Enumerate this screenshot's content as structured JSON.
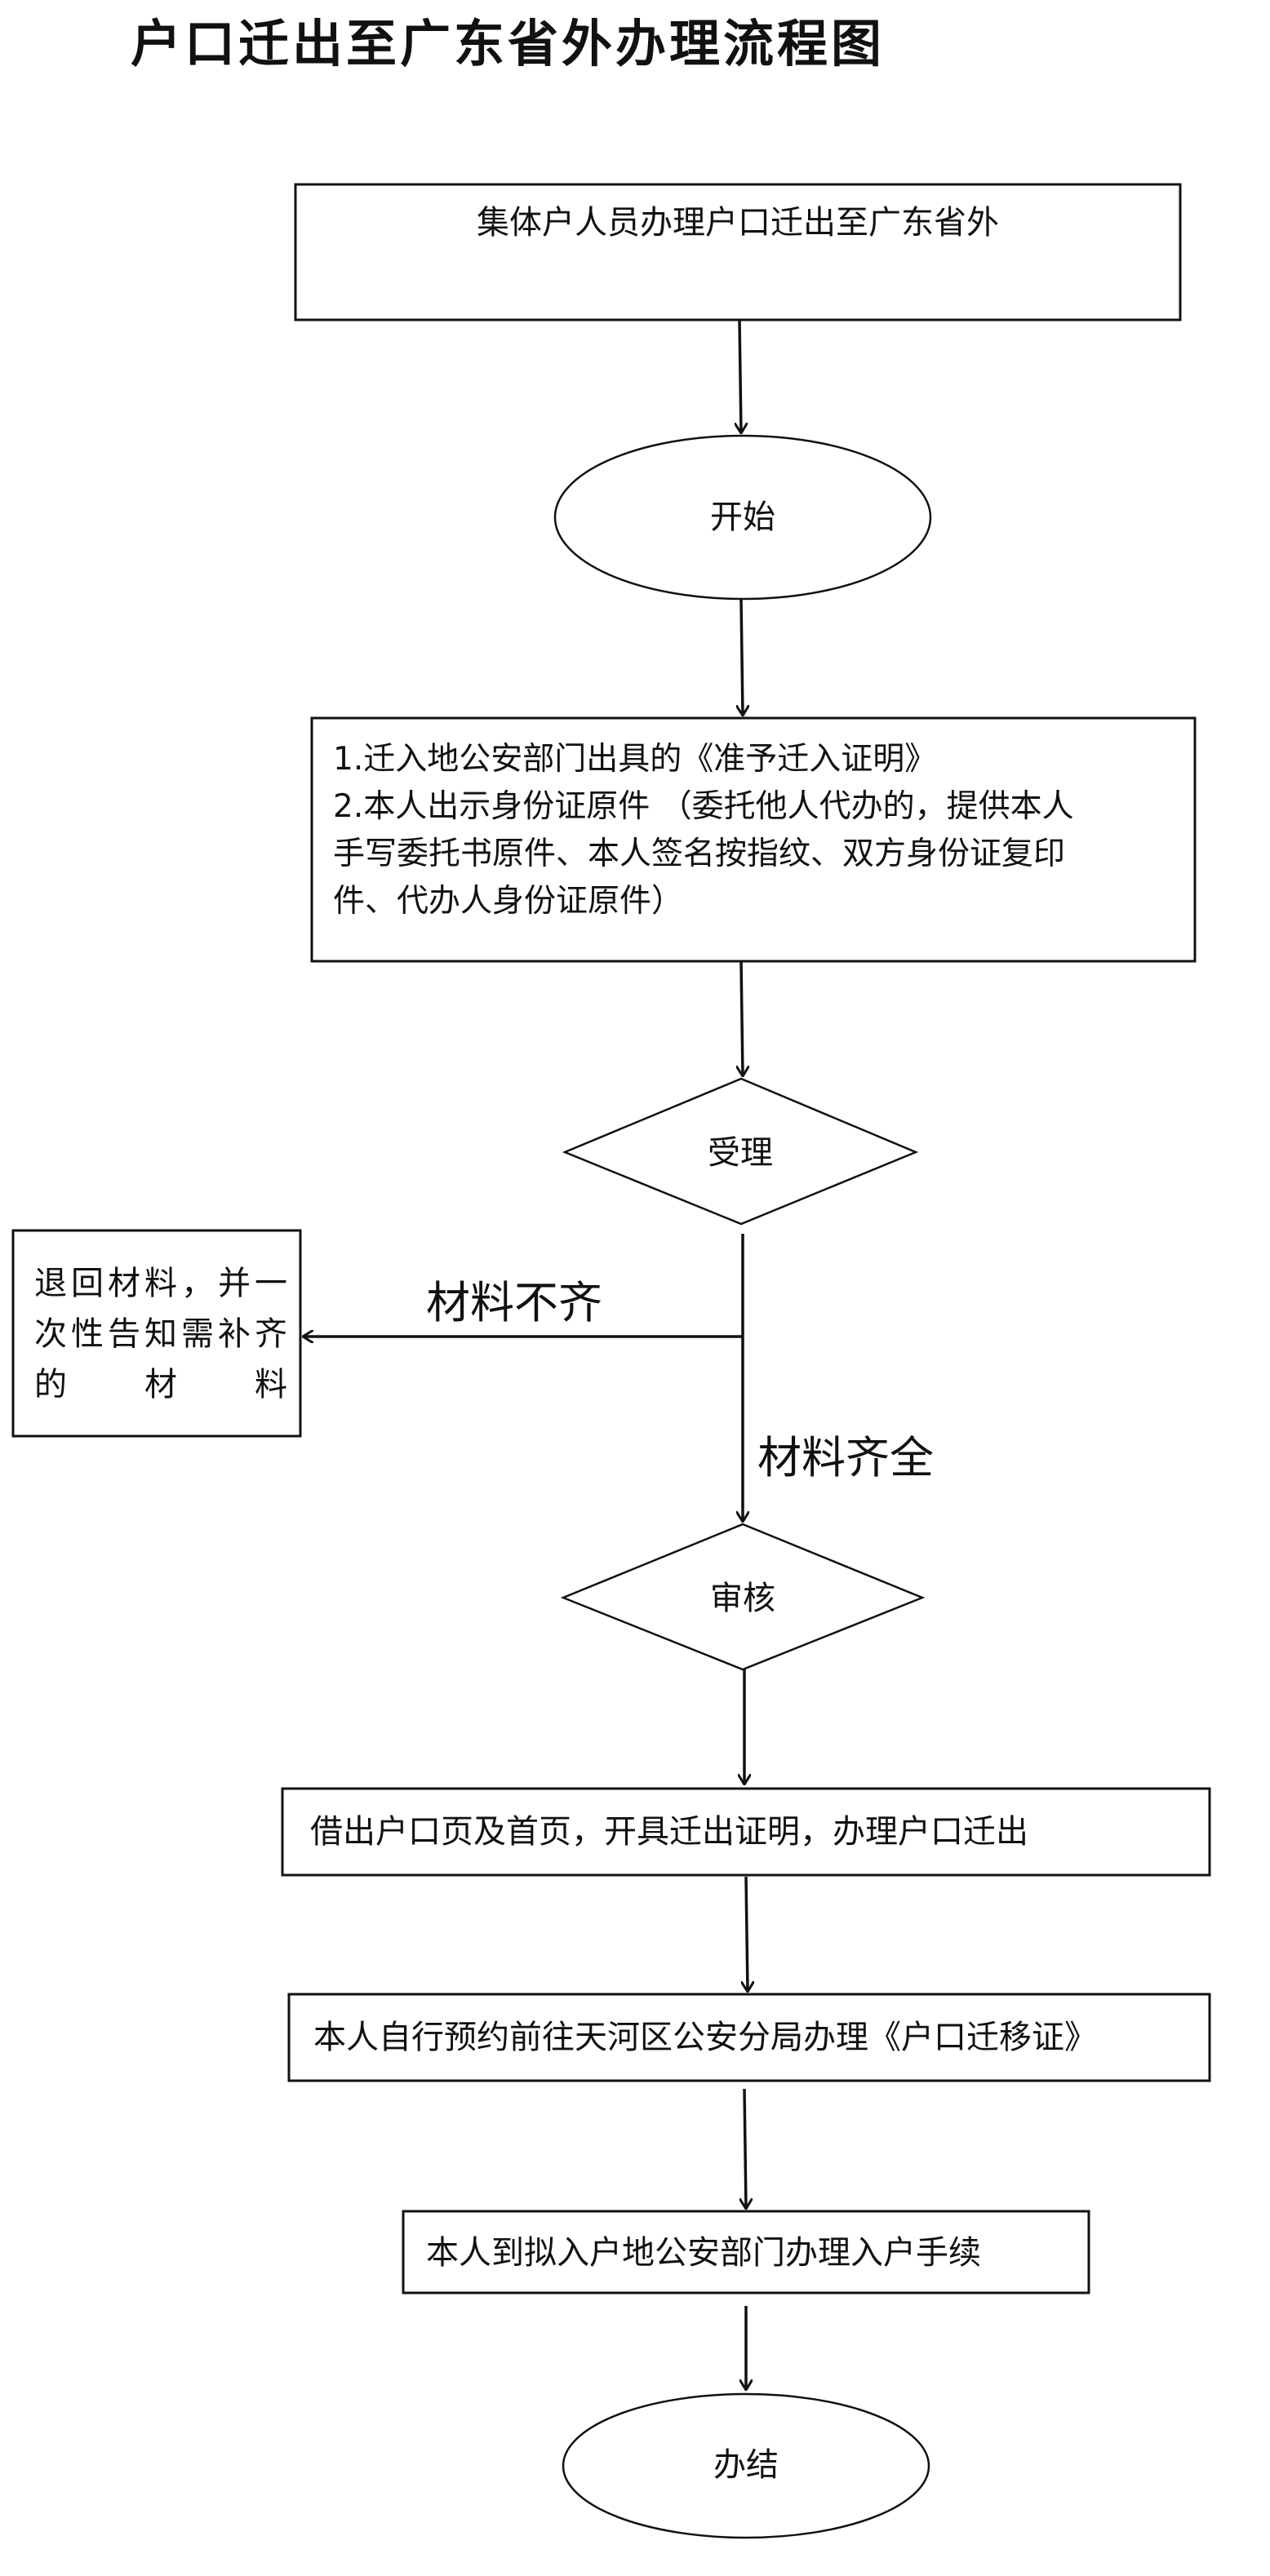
{
  "title": "户口迁出至广东省外办理流程图",
  "flow": {
    "start_box": "集体户人员办理户口迁出至广东省外",
    "start_oval": "开始",
    "requirements": [
      "1.迁入地公安部门出具的《准予迁入证明》",
      "2.本人出示身份证原件  （委托他人代办的，提供本人",
      "手写委托书原件、本人签名按指纹、双方身份证复印",
      "件、代办人身份证原件）"
    ],
    "accept_diamond": "受理",
    "incomplete_label": "材料不齐",
    "return_box": "退回材料，并一次性告知需补齐的材料",
    "complete_label": "材料齐全",
    "review_diamond": "审核",
    "step_1": "借出户口页及首页，开具迁出证明，办理户口迁出",
    "step_2": "本人自行预约前往天河区公安分局办理《户口迁移证》",
    "step_3": "本人到拟入户地公安部门办理入户手续",
    "end_oval": "办结"
  },
  "colors": {
    "line": "#111111",
    "background": "#ffffff"
  }
}
